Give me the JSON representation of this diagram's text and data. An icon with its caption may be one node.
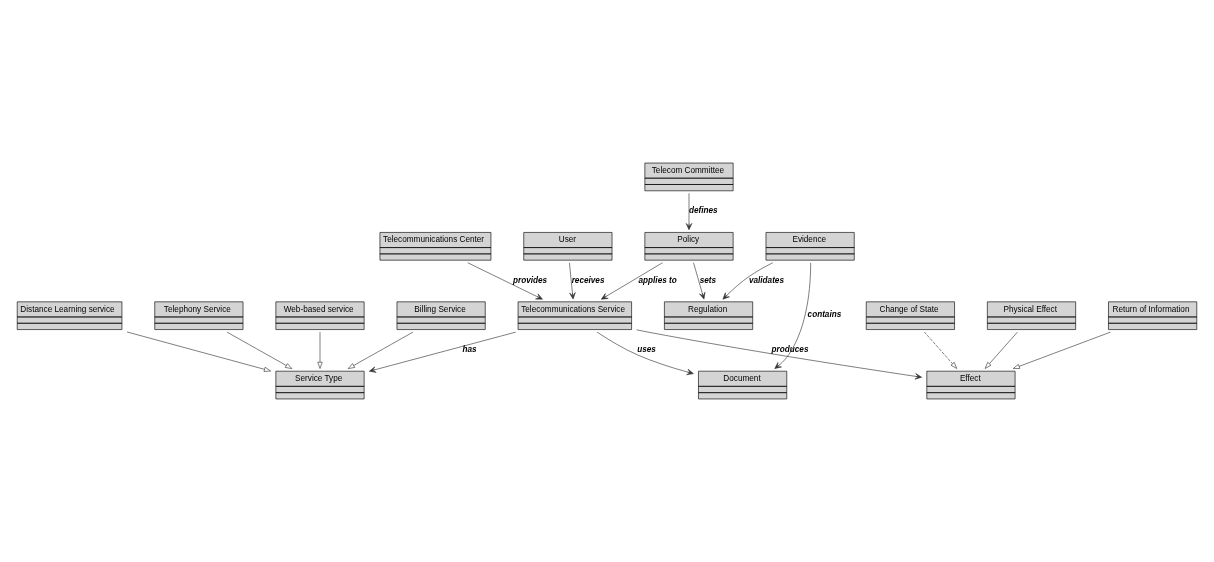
{
  "diagram": {
    "nodes": [
      {
        "text": [
          "Telecommunications Center"
        ]
      },
      {
        "text": [
          "Telephony Service"
        ]
      },
      {
        "text": [
          "Web-based service"
        ]
      },
      {
        "text": [
          "Billing Service"
        ]
      },
      {
        "text": [
          "User"
        ]
      },
      {
        "text": [
          "Telecommunications Service"
        ]
      },
      {
        "text": [
          "Service Type"
        ]
      },
      {
        "text": [
          "Distance Learning service"
        ]
      },
      {
        "text": [
          "Document"
        ]
      },
      {
        "text": [
          "Policy"
        ]
      },
      {
        "text": [
          "Effect"
        ]
      },
      {
        "text": [
          "Change of State"
        ]
      },
      {
        "text": [
          "Physical Effect"
        ]
      },
      {
        "text": [
          "Evidence"
        ]
      },
      {
        "text": [
          "Regulation"
        ]
      },
      {
        "text": [
          "Telecom Committee"
        ]
      },
      {
        "text": [
          "Return of Information"
        ]
      }
    ],
    "edges": [
      {
        "from": 0,
        "to": 5,
        "arrow": "to",
        "label": "provides"
      },
      {
        "from": 4,
        "to": 5,
        "arrow": "to",
        "label": "receives"
      },
      {
        "from": 5,
        "to": 6,
        "arrow": "to",
        "label": "has"
      },
      {
        "from": 2,
        "to": 6,
        "arrow": "to"
      },
      {
        "from": 1,
        "to": 6,
        "arrow": "to"
      },
      {
        "from": 3,
        "to": 6,
        "arrow": "to"
      },
      {
        "from": 7,
        "to": 6,
        "arrow": "to"
      },
      {
        "from": 5,
        "to": 8,
        "arrow": "to",
        "label": "uses"
      },
      {
        "from": 9,
        "to": 5,
        "arrow": "to",
        "label": "applies to"
      },
      {
        "from": 5,
        "to": 10,
        "arrow": "to",
        "label": "produces"
      },
      {
        "from": 11,
        "to": 10,
        "arrow": "to",
        "style": "dashed"
      },
      {
        "from": 12,
        "to": 10,
        "arrow": "to"
      },
      {
        "from": 16,
        "to": 10,
        "arrow": "to"
      },
      {
        "from": 13,
        "to": 8,
        "arrow": "to",
        "label": "contains"
      },
      {
        "from": 9,
        "to": 14,
        "arrow": "to",
        "label": "sets"
      },
      {
        "from": 15,
        "to": 9,
        "arrow": "to",
        "label": "defines"
      },
      {
        "from": 13,
        "to": 14,
        "arrow": "to",
        "label": "validates"
      }
    ]
  }
}
